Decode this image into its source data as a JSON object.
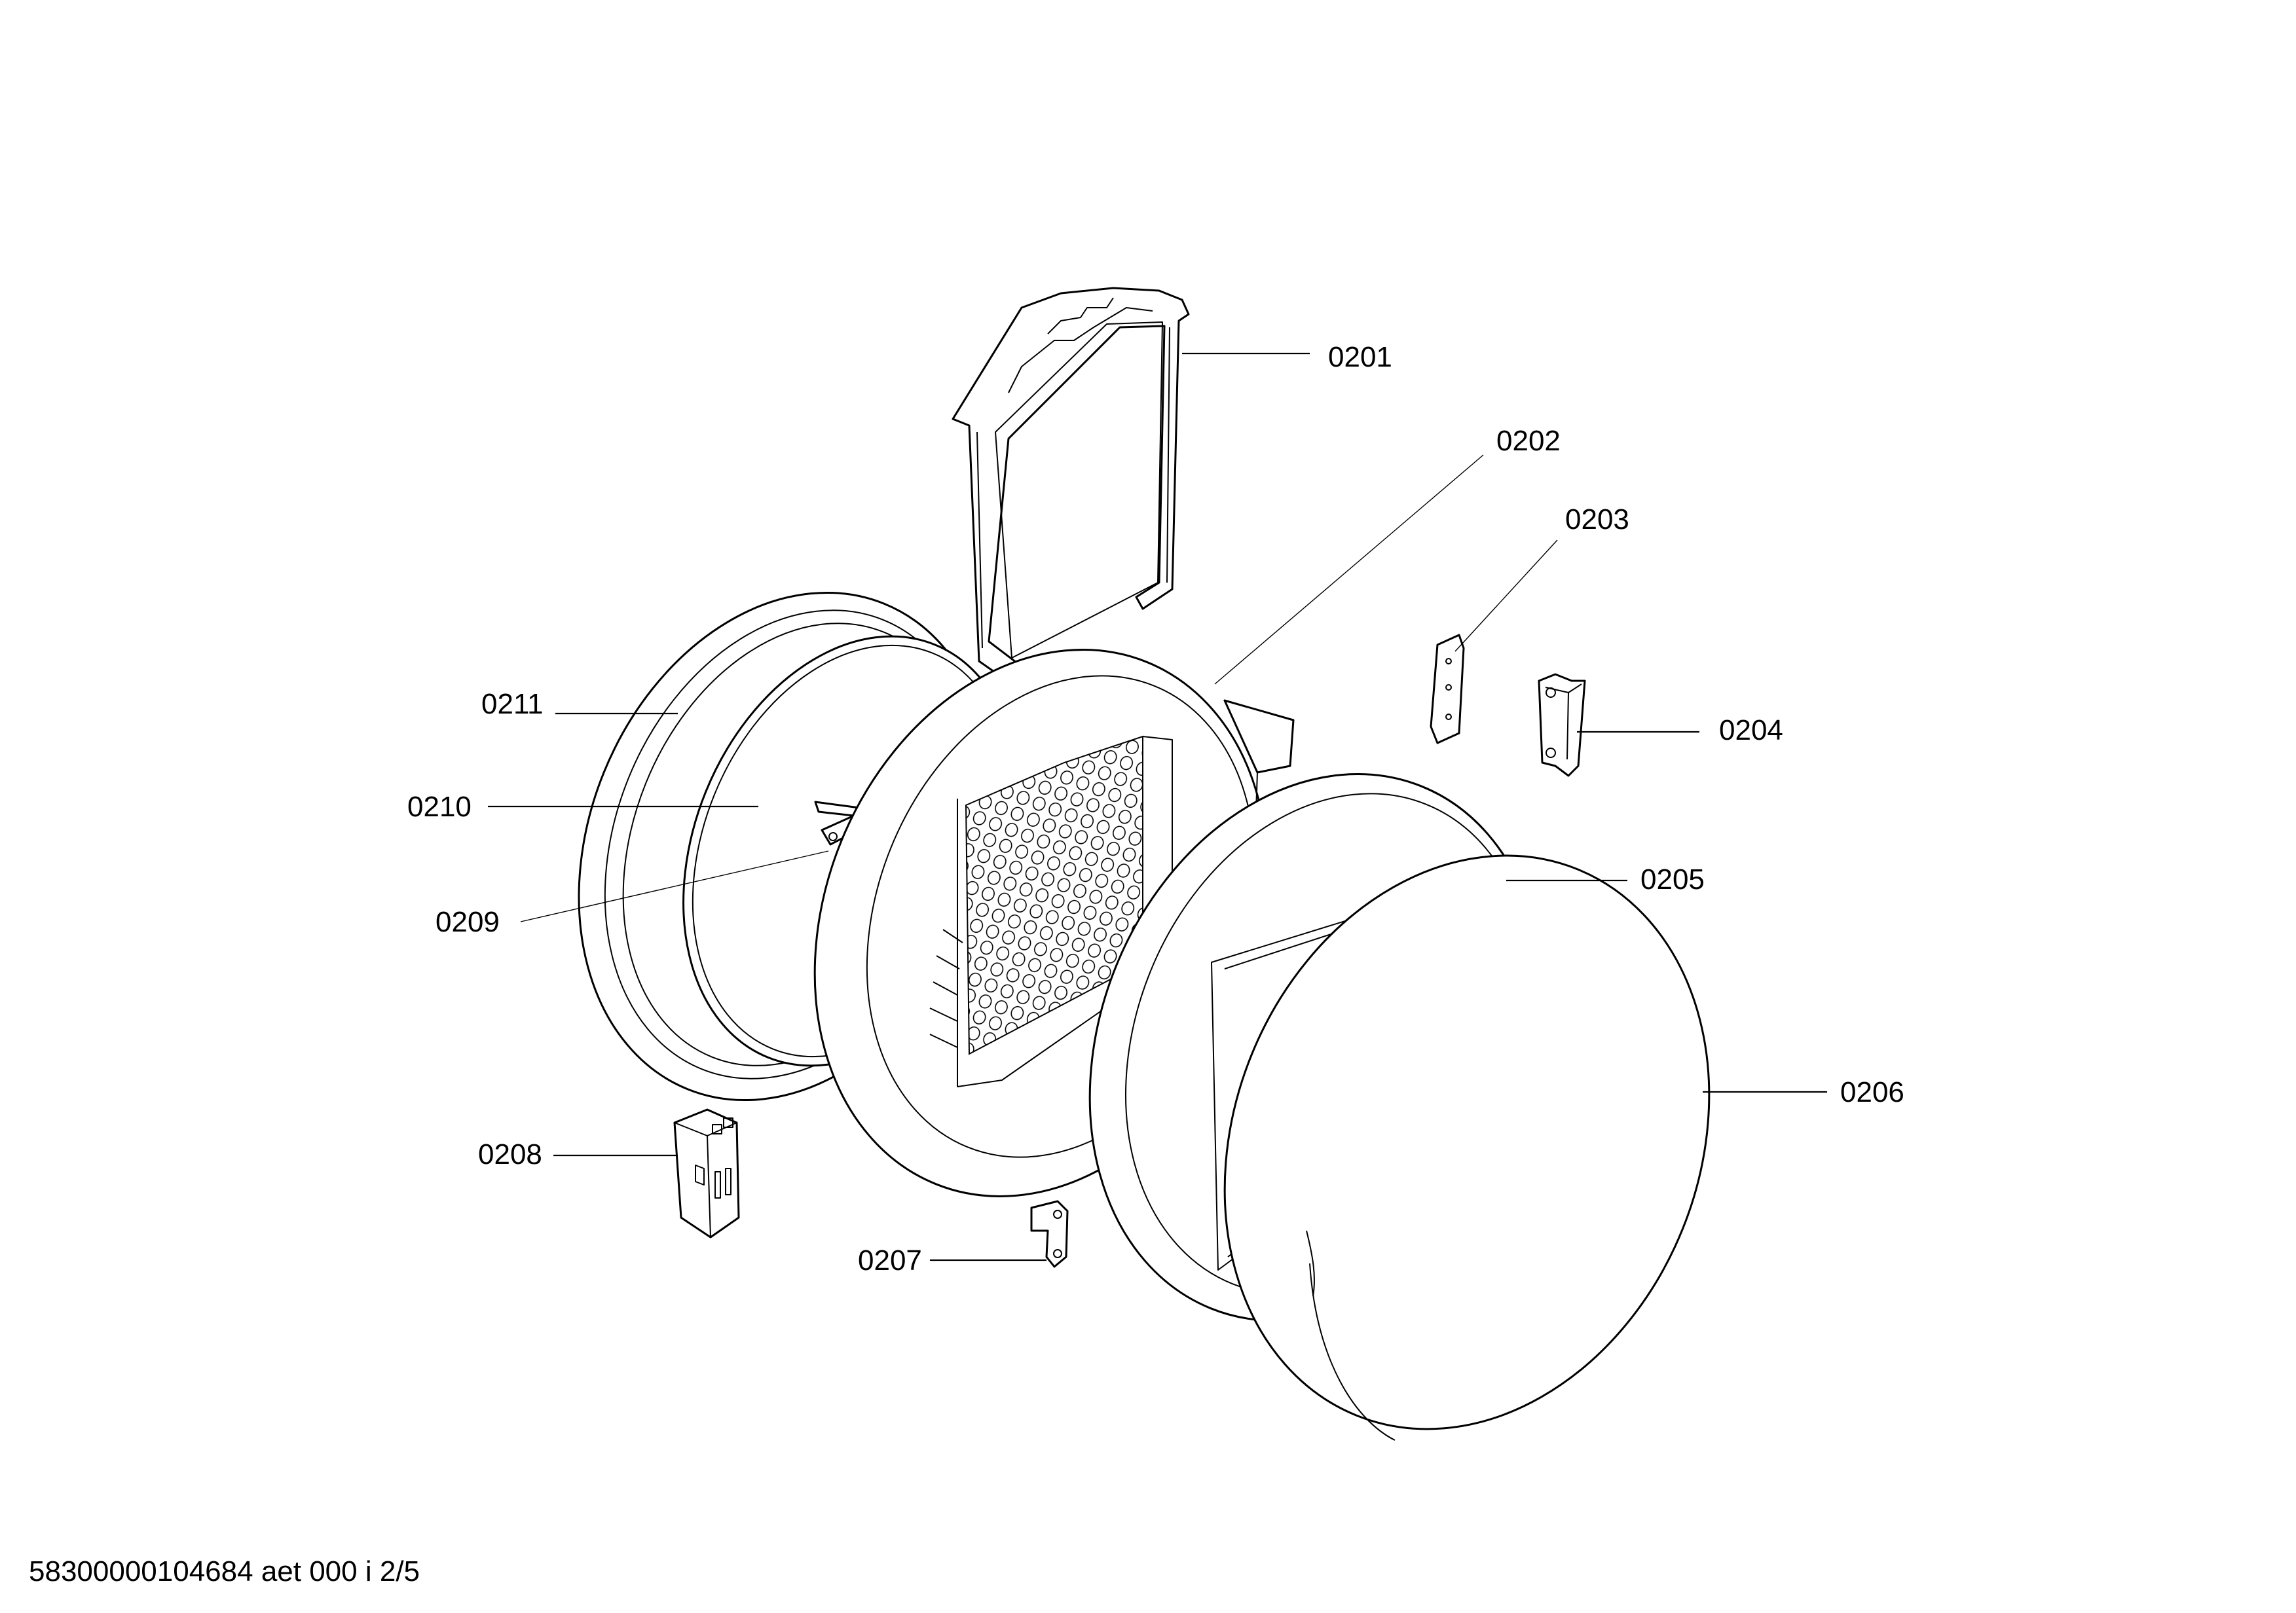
{
  "diagram": {
    "footer_text": "58300000104684 aet 000 i 2/5",
    "labels": {
      "p0201": "0201",
      "p0202": "0202",
      "p0203": "0203",
      "p0204": "0204",
      "p0205": "0205",
      "p0206": "0206",
      "p0207": "0207",
      "p0208": "0208",
      "p0209": "0209",
      "p0210": "0210",
      "p0211": "0211"
    }
  }
}
